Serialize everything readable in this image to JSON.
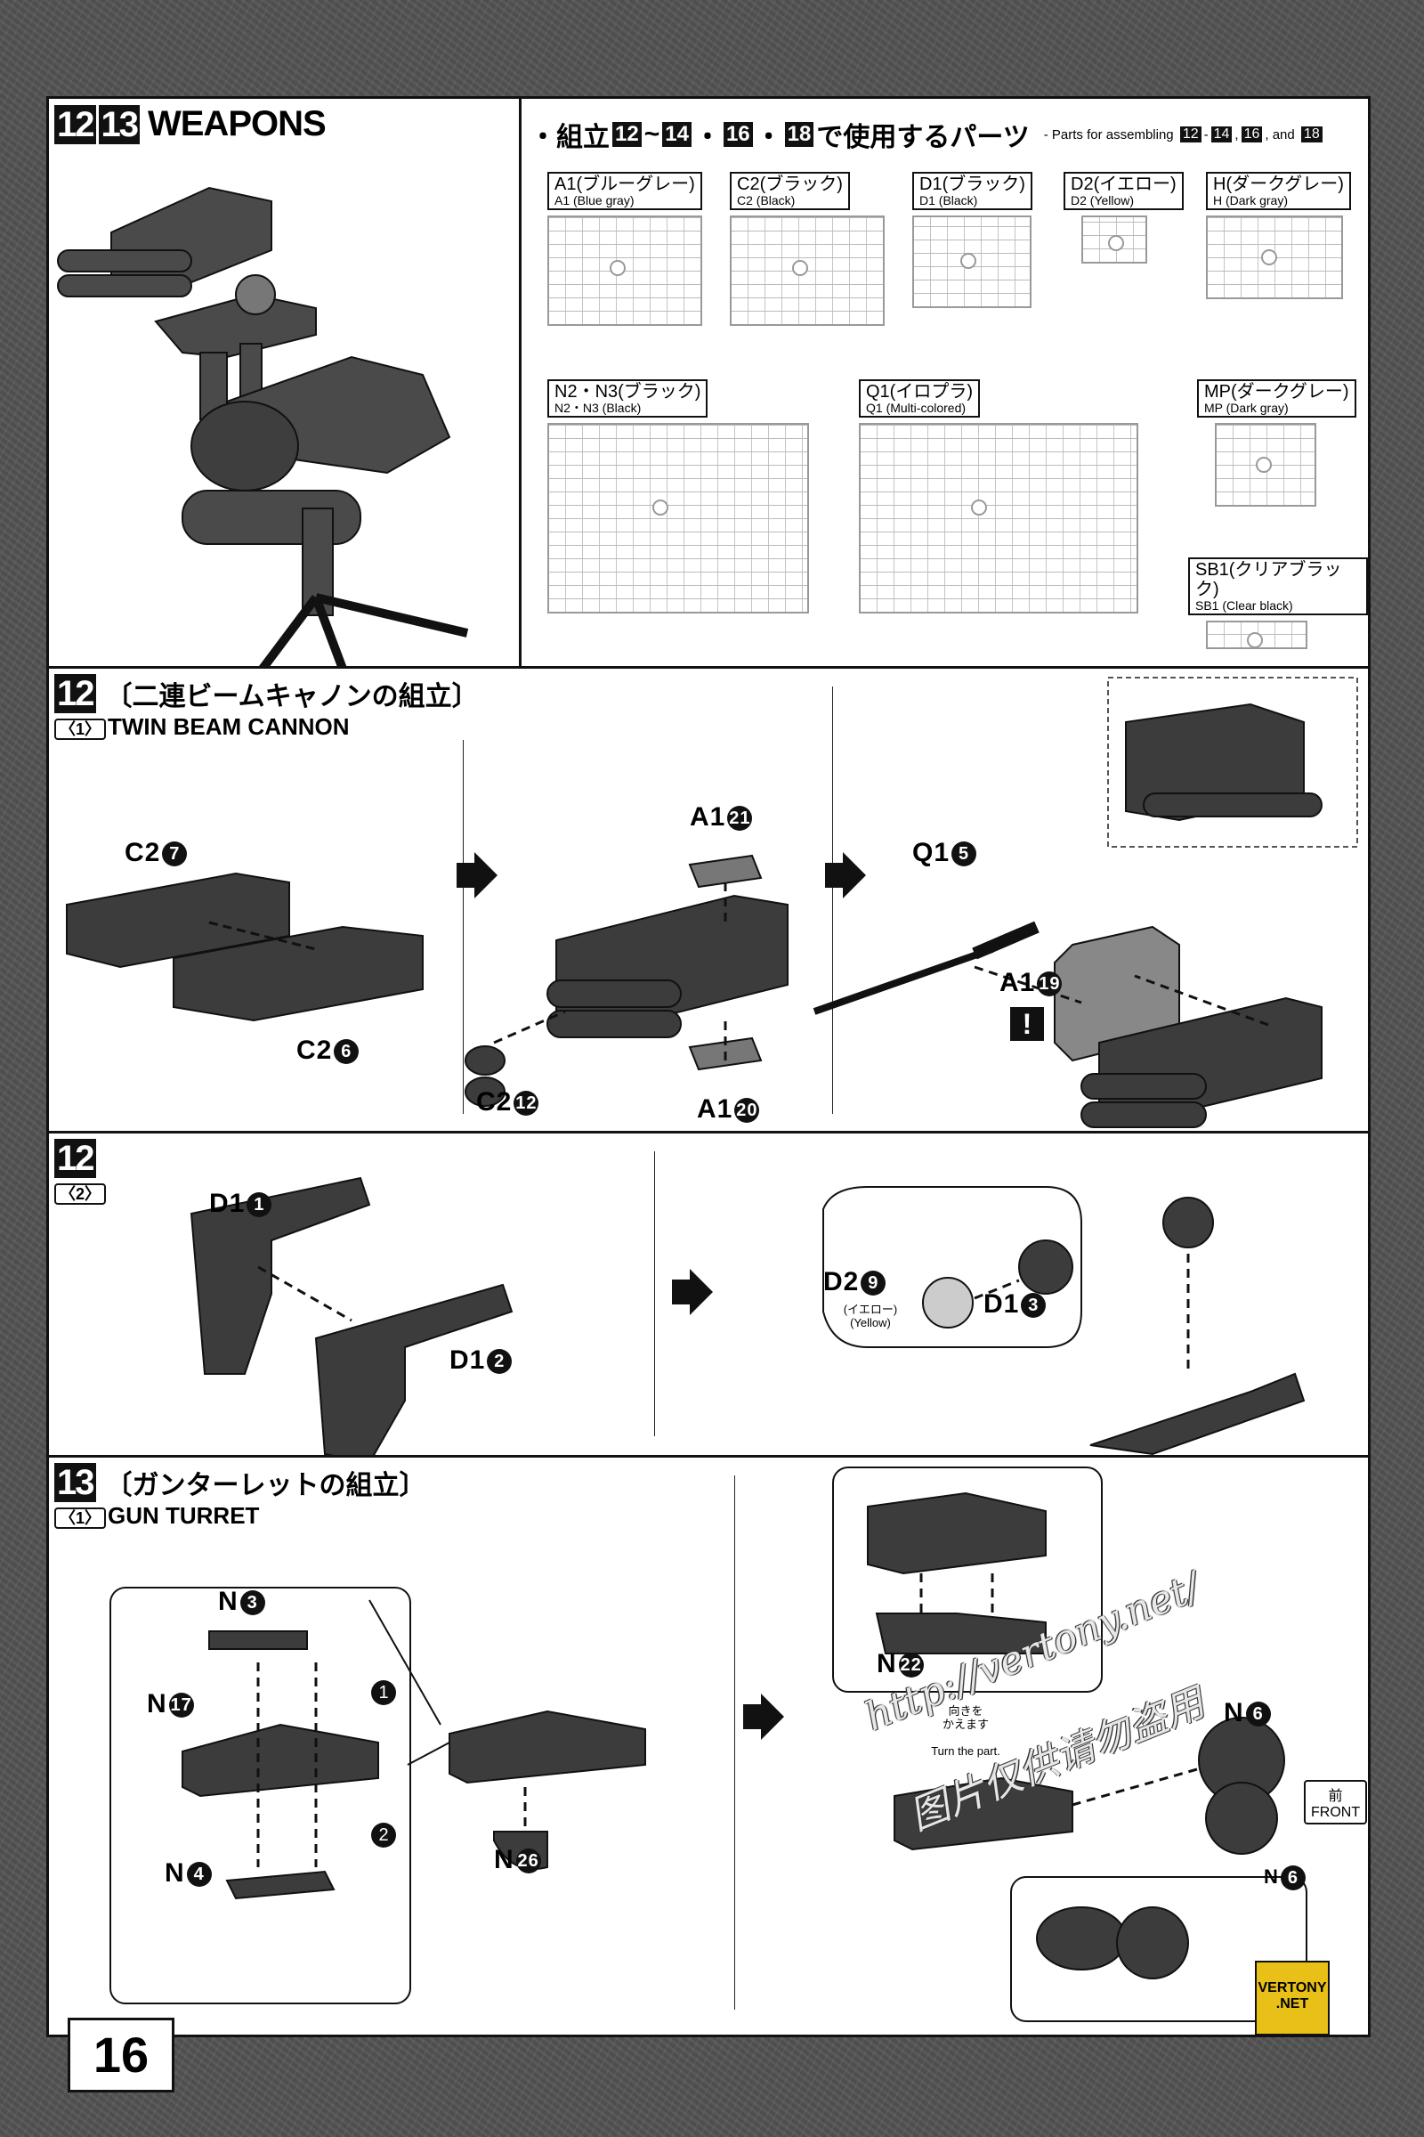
{
  "page_number": "16",
  "section_weapons": {
    "steps": [
      "12",
      "13"
    ],
    "title": "WEAPONS",
    "parts_header": {
      "prefix": "・組立",
      "steps": [
        "12",
        "14",
        "16",
        "18"
      ],
      "jp_suffix": "で使用するパーツ",
      "en_prefix": "- Parts for assembling",
      "en_and": "and"
    },
    "runners": [
      {
        "jp": "A1(ブルーグレー)",
        "en": "A1 (Blue gray)"
      },
      {
        "jp": "C2(ブラック)",
        "en": "C2 (Black)"
      },
      {
        "jp": "D1(ブラック)",
        "en": "D1 (Black)"
      },
      {
        "jp": "D2(イエロー)",
        "en": "D2 (Yellow)"
      },
      {
        "jp": "H(ダークグレー)",
        "en": "H (Dark gray)"
      },
      {
        "jp": "N2・N3(ブラック)",
        "en": "N2・N3 (Black)"
      },
      {
        "jp": "Q1(イロプラ)",
        "en": "Q1 (Multi-colored)"
      },
      {
        "jp": "MP(ダークグレー)",
        "en": "MP (Dark gray)"
      },
      {
        "jp": "SB1(クリアブラック)",
        "en": "SB1 (Clear black)"
      }
    ]
  },
  "step12_1": {
    "num": "12",
    "jp": "〔二連ビームキャノンの組立〕",
    "tag": "〈1〉",
    "en": "TWIN BEAM CANNON",
    "parts": [
      {
        "runner": "C2",
        "num": "7"
      },
      {
        "runner": "C2",
        "num": "6"
      },
      {
        "runner": "A1",
        "num": "21"
      },
      {
        "runner": "C2",
        "num": "12"
      },
      {
        "runner": "A1",
        "num": "20"
      },
      {
        "runner": "Q1",
        "num": "5"
      },
      {
        "runner": "A1",
        "num": "19"
      }
    ],
    "warning": "!"
  },
  "step12_2": {
    "num": "12",
    "tag": "〈2〉",
    "parts": [
      {
        "runner": "D1",
        "num": "1"
      },
      {
        "runner": "D1",
        "num": "2"
      },
      {
        "runner": "D2",
        "num": "9"
      },
      {
        "runner": "D1",
        "num": "3"
      }
    ],
    "d2_note_jp": "(イエロー)",
    "d2_note_en": "(Yellow)"
  },
  "step13_1": {
    "num": "13",
    "jp": "〔ガンターレットの組立〕",
    "tag": "〈1〉",
    "en": "GUN TURRET",
    "parts": [
      {
        "runner": "N",
        "num": "3"
      },
      {
        "runner": "N",
        "num": "17"
      },
      {
        "runner": "N",
        "num": "4"
      },
      {
        "runner": "N",
        "num": "26"
      },
      {
        "runner": "N",
        "num": "22"
      },
      {
        "runner": "N",
        "num": "6"
      },
      {
        "runner": "N",
        "num": "6"
      }
    ],
    "order_marks": [
      "1",
      "2"
    ],
    "turn_note_jp": "向きを\nかえます",
    "turn_note_en": "Turn the part.",
    "front_label": "前",
    "front_en": "FRONT"
  },
  "watermark": {
    "line1": "http://vertony.net/",
    "line2": "图片仅供请勿盗用"
  },
  "logo": {
    "l1": "VERTONY",
    "l2": ".NET"
  }
}
